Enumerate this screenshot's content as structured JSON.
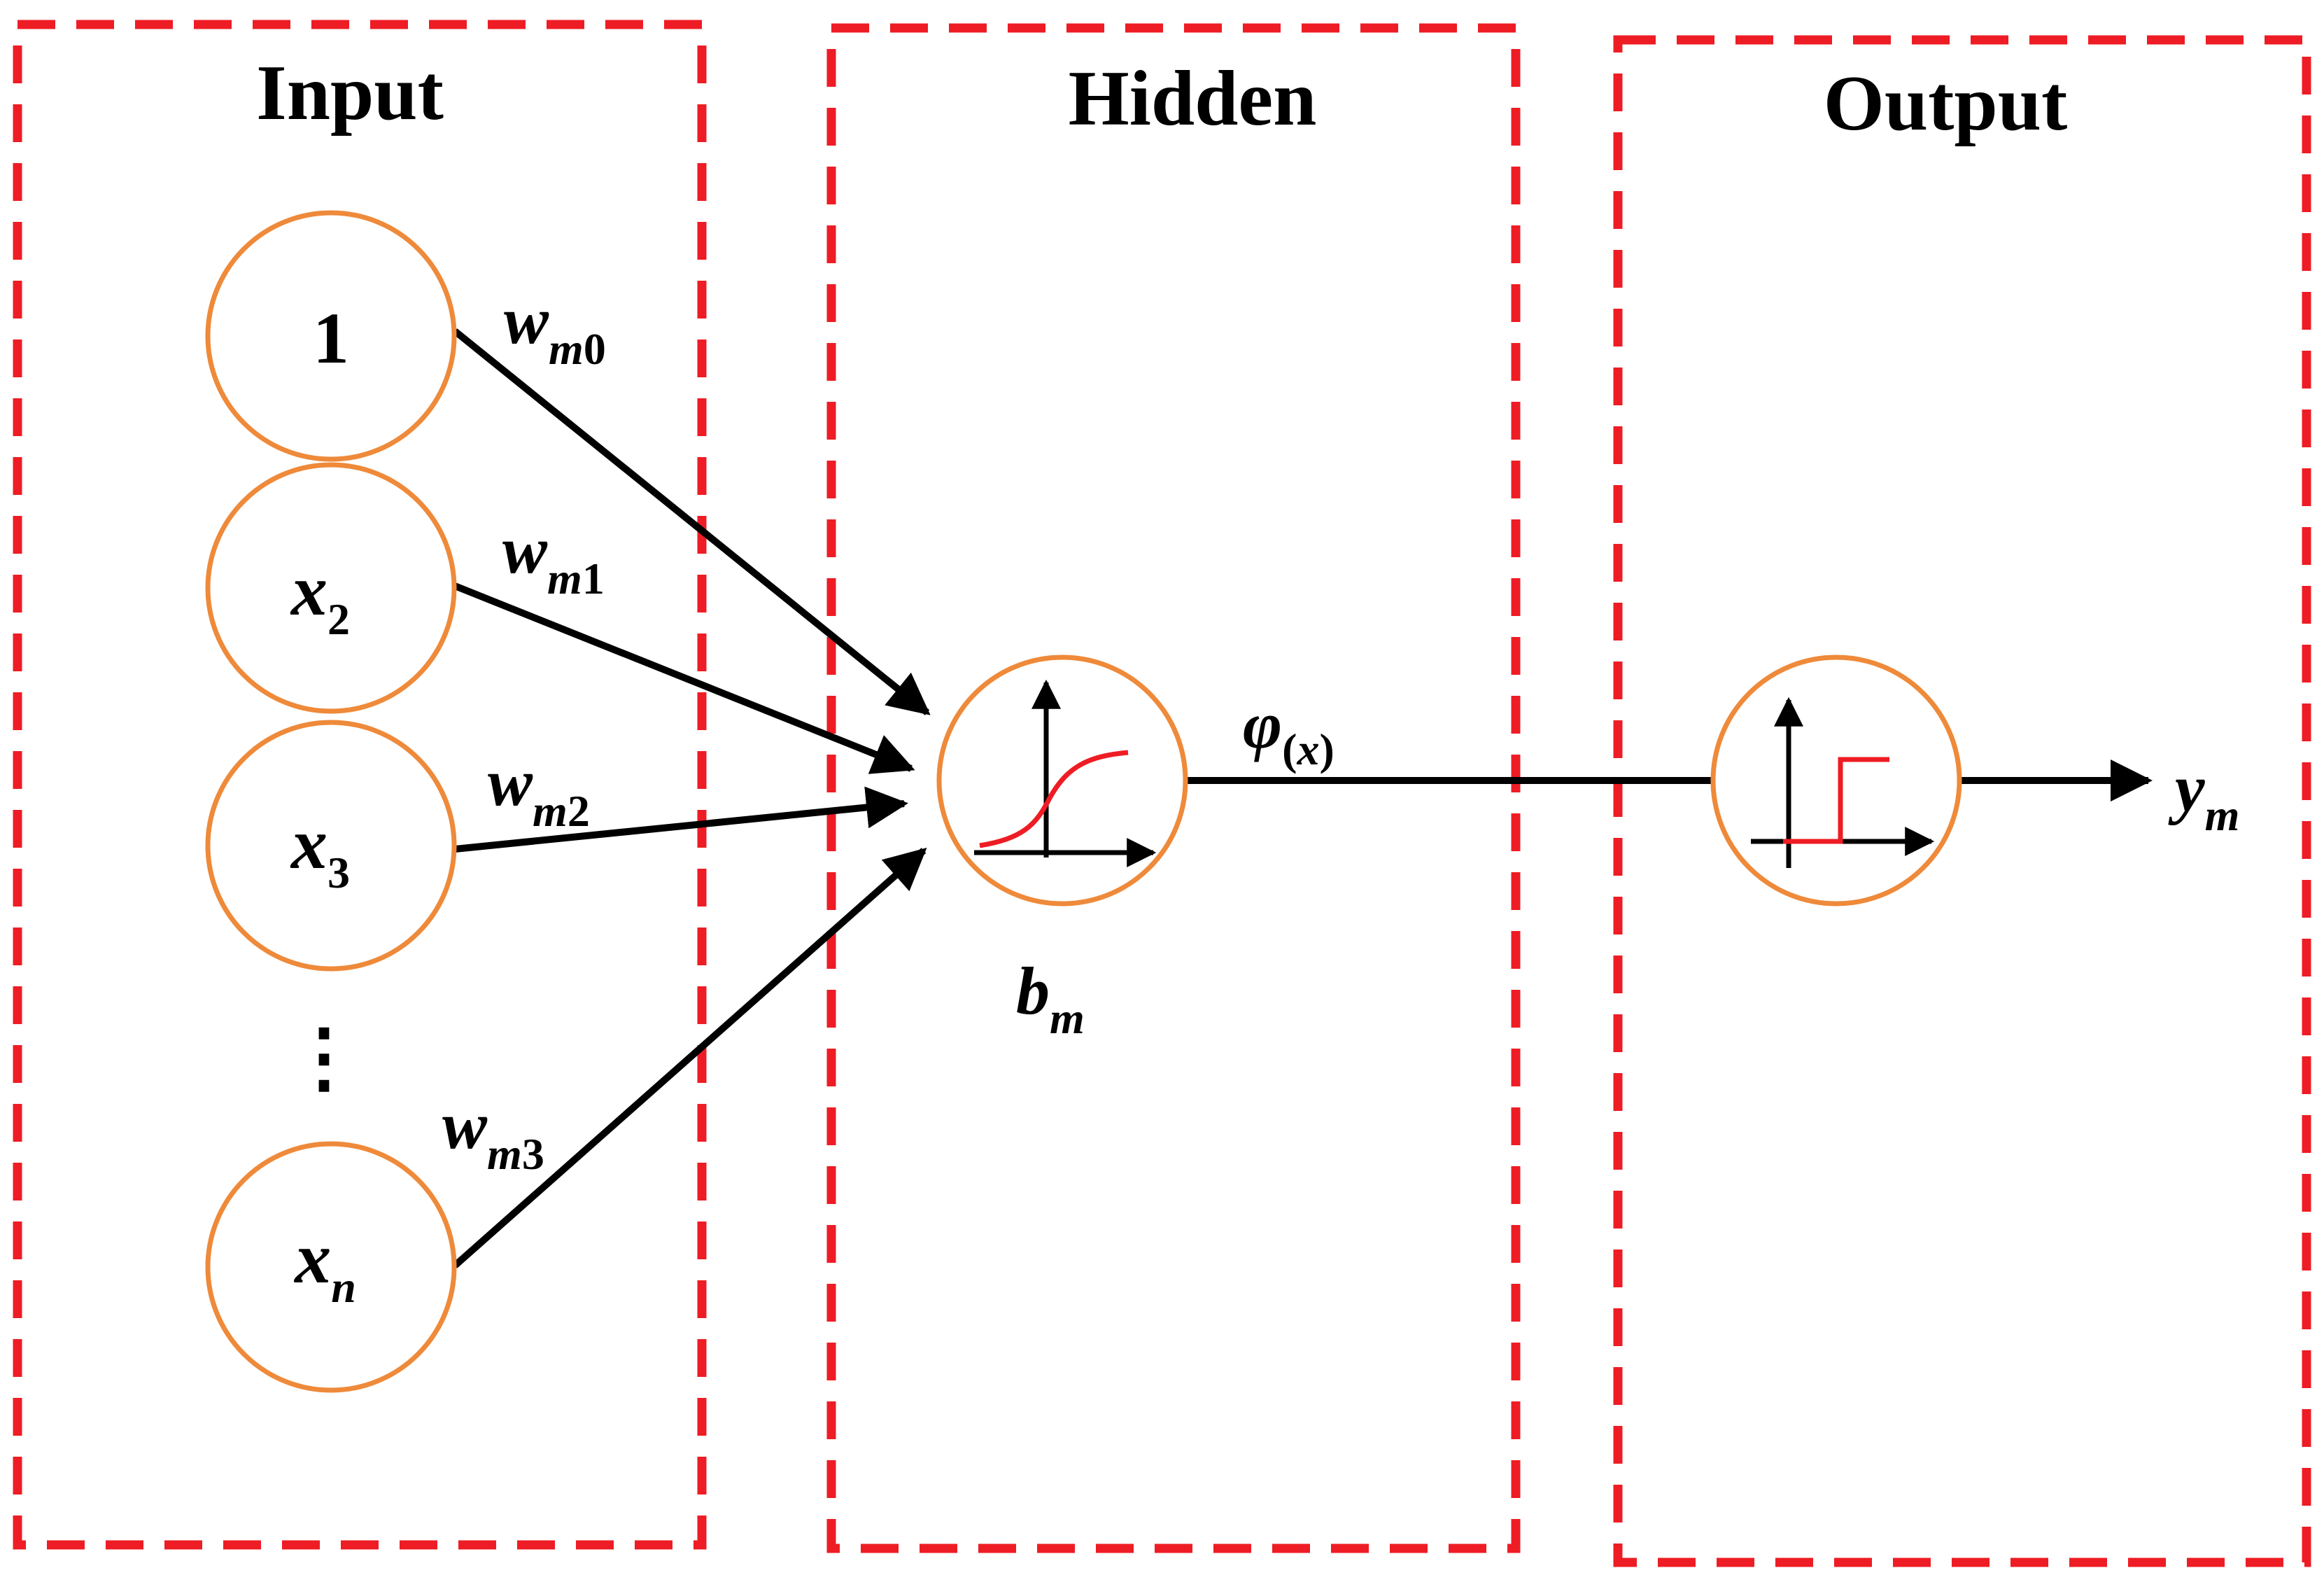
{
  "panels": {
    "input": "Input",
    "hidden": "Hidden",
    "output": "Output"
  },
  "input_nodes": {
    "bias": "1",
    "x2": {
      "base": "x",
      "sub": "2"
    },
    "x3": {
      "base": "x",
      "sub": "3"
    },
    "dots": "⋮",
    "xn": {
      "base": "x",
      "sub": "n"
    }
  },
  "weights": {
    "w0": {
      "base": "w",
      "sub": "m",
      "idx": "0"
    },
    "w1": {
      "base": "w",
      "sub": "m",
      "idx": "1"
    },
    "w2": {
      "base": "w",
      "sub": "m",
      "idx": "2"
    },
    "w3": {
      "base": "w",
      "sub": "m",
      "idx": "3"
    }
  },
  "hidden_node": {
    "bias": {
      "base": "b",
      "sub": "m"
    },
    "activation_icon": "sigmoid-curve-icon"
  },
  "link_label": {
    "base": "φ",
    "sub_open": "(",
    "sub_var": "x",
    "sub_close": ")"
  },
  "output_node": {
    "activation_icon": "step-function-icon",
    "result": {
      "base": "y",
      "sub": "m"
    }
  },
  "colors": {
    "panel_border": "#ee1c24",
    "node_stroke": "#ee8a3a",
    "curve": "#ee1c24",
    "arrow": "#000000"
  }
}
